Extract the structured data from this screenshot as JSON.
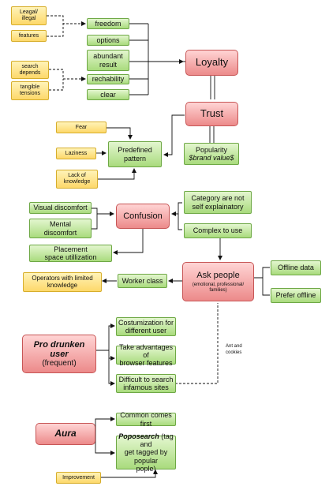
{
  "nodes": {
    "legal_illegal": "Leagal/\nillegal",
    "features": "features",
    "search_depends": "search\ndepends",
    "tangible_tensions": "tangible\ntensions",
    "freedom": "freedom",
    "options": "options",
    "abundant_result": "abundant\nresult",
    "rechability": "rechability",
    "clear": "clear",
    "loyalty": "Loyalty",
    "trust": "Trust",
    "popularity_line1": "Popularity",
    "popularity_line2": "$brand value$",
    "fear": "Fear",
    "laziness": "Laziness",
    "lack_of_knowledge": "Lack of\nknowledge",
    "predefined_pattern": "Predefined\npattern",
    "visual_discomfort": "Visual discomfort",
    "mental_discomfort": "Mental\ndiscomfort",
    "confusion": "Confusion",
    "category_not_self": "Category are not\nself explainatory",
    "complex_to_use": "Complex to use",
    "placement_space": "Placement\nspace utillization",
    "ask_people_title": "Ask people",
    "ask_people_sub": "(emotional, professional/\nfamilies)",
    "offline_data": "Offline data",
    "prefer_offline": "Prefer offline",
    "operators": "Operators with limited\nknowledge",
    "worker_class": "Worker class",
    "pro_line1": "Pro drunken\nuser",
    "pro_line2": "(frequent)",
    "customization": "Costumization for\ndifferent user",
    "take_advantages": "Take advantages of\nbrowser features",
    "difficult_search": "Difficult to search\ninfamous sites",
    "ant_cookies": "Ant and\ncookies",
    "aura": "Aura",
    "common_first": "Common comes first",
    "poposearch_bold": "Poposearch",
    "poposearch_rest": " (tag and\nget tagged by popular\npople)",
    "improvement": "Improvement"
  }
}
